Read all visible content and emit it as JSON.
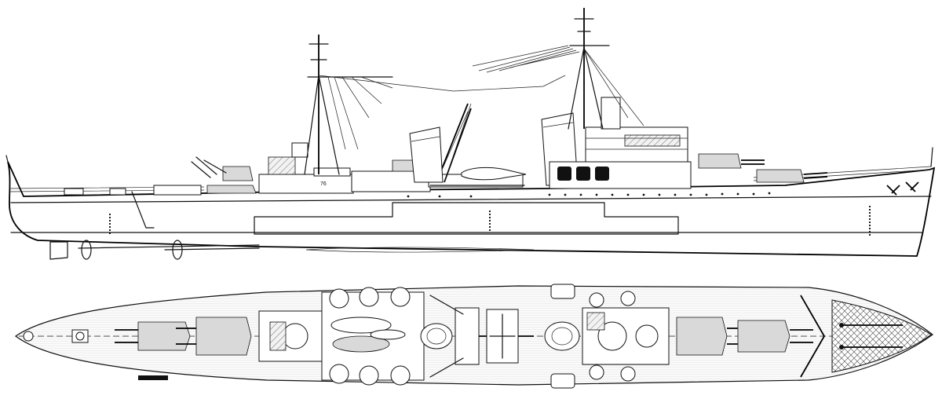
{
  "drawing": {
    "views": [
      "side-profile",
      "plan-view"
    ],
    "hull_marking": "76",
    "colors": {
      "ink": "#111111",
      "paper": "#ffffff",
      "hatch": "#d9d9d9"
    }
  }
}
